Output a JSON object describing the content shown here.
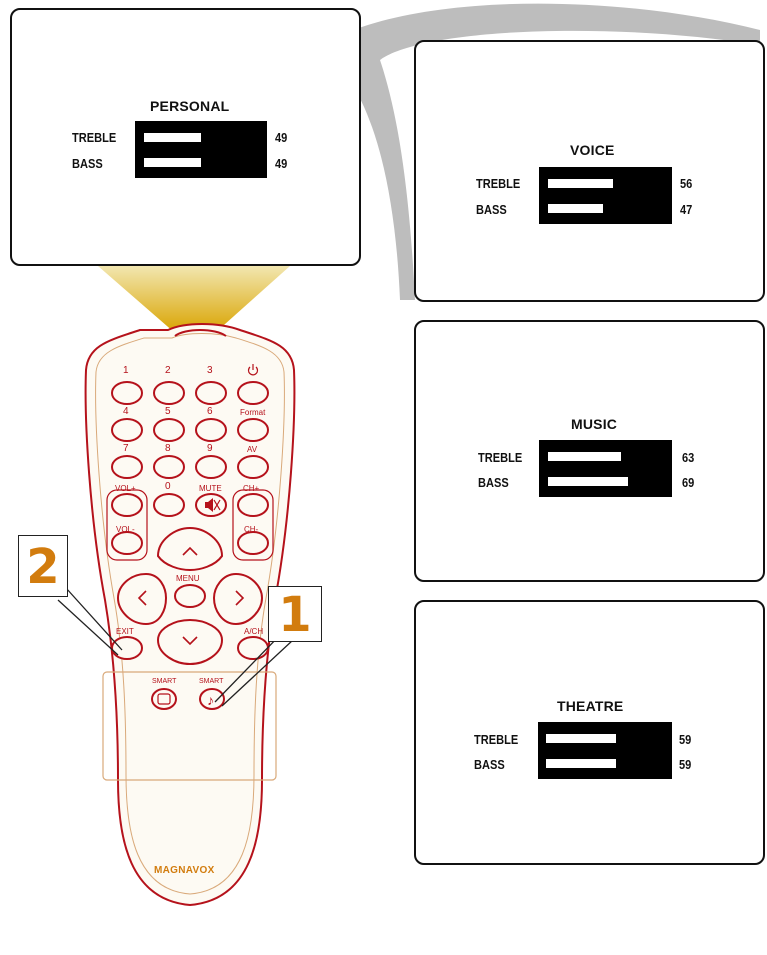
{
  "screens": [
    {
      "mode": "PERSONAL",
      "treble_label": "TREBLE",
      "bass_label": "BASS",
      "treble": "49",
      "bass": "49",
      "treble_frac": 0.49,
      "bass_frac": 0.49
    },
    {
      "mode": "VOICE",
      "treble_label": "TREBLE",
      "bass_label": "BASS",
      "treble": "56",
      "bass": "47",
      "treble_frac": 0.56,
      "bass_frac": 0.47
    },
    {
      "mode": "MUSIC",
      "treble_label": "TREBLE",
      "bass_label": "BASS",
      "treble": "63",
      "bass": "69",
      "treble_frac": 0.63,
      "bass_frac": 0.69
    },
    {
      "mode": "THEATRE",
      "treble_label": "TREBLE",
      "bass_label": "BASS",
      "treble": "59",
      "bass": "59",
      "treble_frac": 0.59,
      "bass_frac": 0.59
    }
  ],
  "remote": {
    "brand": "MAGNAVOX",
    "keys": {
      "k1": "1",
      "k2": "2",
      "k3": "3",
      "k4": "4",
      "k5": "5",
      "k6": "6",
      "format": "Format",
      "k7": "7",
      "k8": "8",
      "k9": "9",
      "av": "AV",
      "vol_plus": "VOL+",
      "k0": "0",
      "mute": "MUTE",
      "ch_plus": "CH+",
      "vol_minus": "VOL-",
      "ch_minus": "CH-",
      "menu": "MENU",
      "exit": "EXIT",
      "a_ch": "A/CH",
      "smart_pic": "SMART",
      "smart_sound": "SMART"
    }
  },
  "callouts": {
    "step1": "1",
    "step2": "2"
  },
  "colors": {
    "accent": "#d27c0e",
    "remote_outline": "#b5121b",
    "beam": "#e8b400",
    "swoosh": "#bdbdbd"
  }
}
